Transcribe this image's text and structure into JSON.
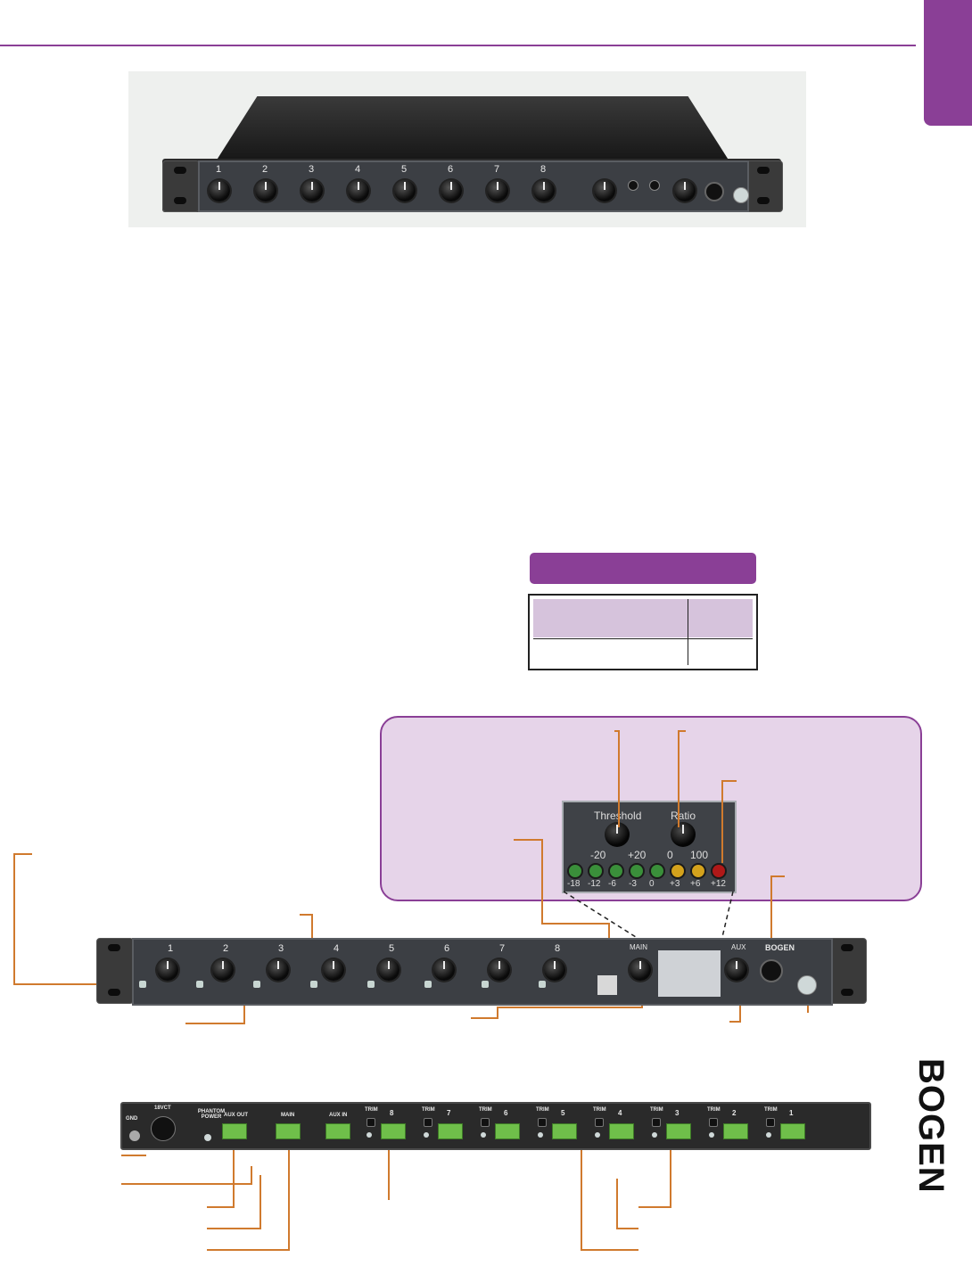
{
  "palette": {
    "accent": "#8a3f96",
    "callout_bg": "#e6d4e9",
    "leader": "#d07a2e",
    "terminal": "#6fbf4a"
  },
  "brand": {
    "vertical_logo": "BOGEN"
  },
  "front_top": {
    "channels": [
      "1",
      "2",
      "3",
      "4",
      "5",
      "6",
      "7",
      "8"
    ]
  },
  "callout": {
    "threshold": "Threshold",
    "ratio": "Ratio",
    "threshold_min": "-20",
    "threshold_max": "+20",
    "ratio_min": "0",
    "ratio_max": "100",
    "meter": [
      "-18",
      "-12",
      "-6",
      "-3",
      "0",
      "+3",
      "+6",
      "+12"
    ],
    "meter_colors": [
      "#3a8f3a",
      "#3a8f3a",
      "#3a8f3a",
      "#3a8f3a",
      "#3a8f3a",
      "#d4a21c",
      "#d4a21c",
      "#b01818"
    ]
  },
  "front_bottom": {
    "channels": [
      "1",
      "2",
      "3",
      "4",
      "5",
      "6",
      "7",
      "8"
    ],
    "main": "MAIN",
    "aux": "AUX",
    "brand": "BOGEN"
  },
  "rear": {
    "power": "18VCT",
    "gnd": "GND",
    "phantom": "PHANTOM POWER",
    "aux_out": "AUX OUT",
    "main": "MAIN",
    "aux_in": "AUX IN",
    "trim": "TRIM",
    "inputs": [
      "8",
      "7",
      "6",
      "5",
      "4",
      "3",
      "2",
      "1"
    ]
  }
}
